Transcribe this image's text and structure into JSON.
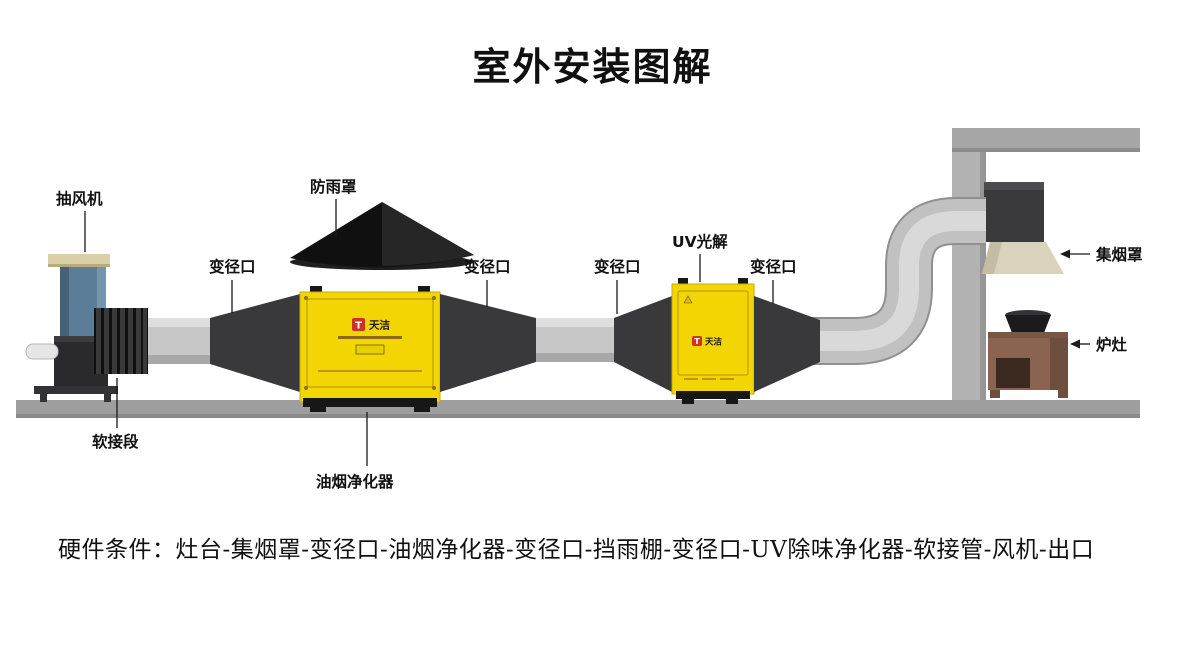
{
  "page": {
    "title": "室外安装图解",
    "footer": "硬件条件：灶台-集烟罩-变径口-油烟净化器-变径口-挡雨棚-变径口-UV除味净化器-软接管-风机-出口"
  },
  "diagram": {
    "labels": {
      "exhaust_fan": "抽风机",
      "soft_joint": "软接段",
      "reducer_1": "变径口",
      "rain_cover": "防雨罩",
      "reducer_2": "变径口",
      "reducer_3": "变径口",
      "uv_photolysis": "UV光解",
      "reducer_4": "变径口",
      "hood": "集烟罩",
      "stove": "炉灶",
      "purifier": "油烟净化器"
    },
    "equipment_text": {
      "purifier_logo_letter": "T",
      "purifier_brand": "天洁",
      "uv_logo_letter": "T",
      "uv_brand": "天洁"
    },
    "colors": {
      "accent_yellow": "#f3d503",
      "dark_duct": "#39393b",
      "light_duct": "#c7c7c7",
      "ground_gray": "#9e9e9e",
      "pipe_gray": "#c1c1c1",
      "fan_blue": "#5c7d97",
      "stove_brown": "#8a6450",
      "hood_beige": "#d9d3bc",
      "rain_cover_black": "#101010",
      "logo_red": "#cc3322"
    }
  }
}
